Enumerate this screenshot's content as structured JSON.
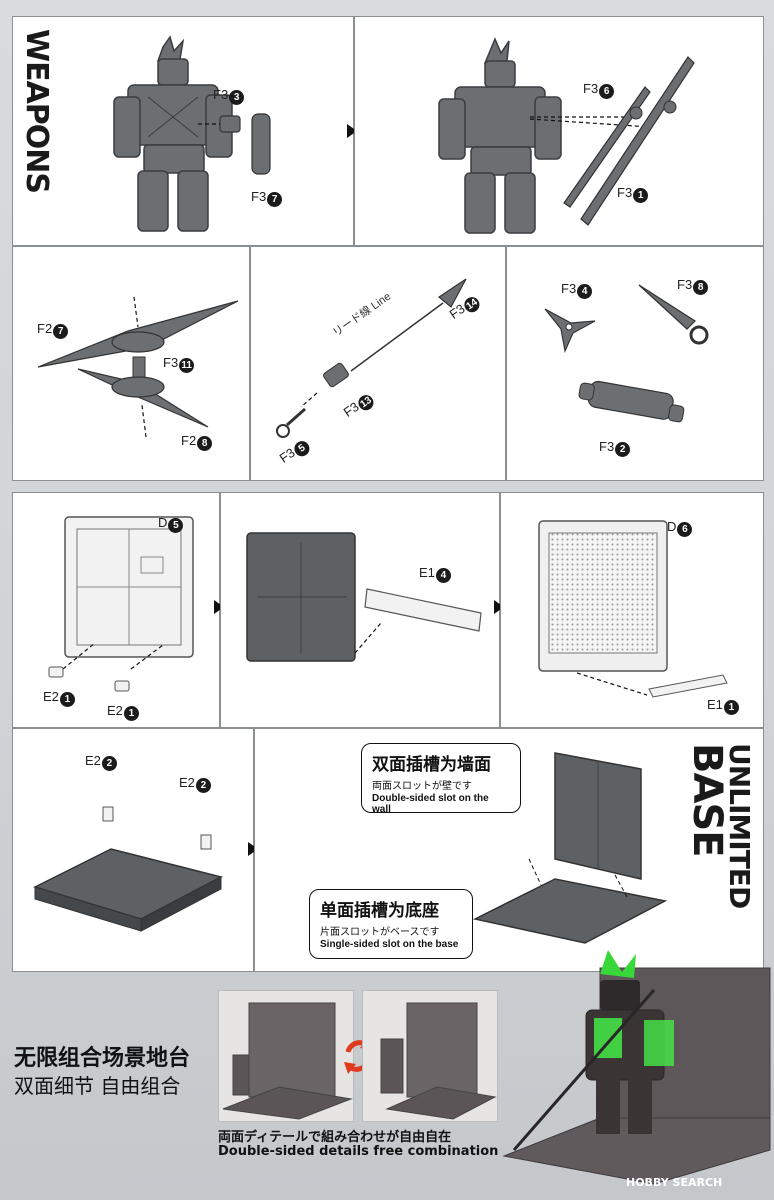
{
  "weapons_section": {
    "title": "WEAPONS",
    "panel1": {
      "part_a": "F3",
      "part_a_num": "3",
      "part_b": "F3",
      "part_b_num": "7"
    },
    "panel2": {
      "part_a": "F3",
      "part_a_num": "6",
      "part_b": "F3",
      "part_b_num": "1"
    },
    "shuriken": {
      "part_a": "F2",
      "part_a_num": "7",
      "part_b": "F3",
      "part_b_num": "11",
      "part_c": "F2",
      "part_c_num": "8"
    },
    "spear": {
      "lead_line": "リード線 Line",
      "part_a": "F3",
      "part_a_num": "14",
      "part_b": "F3",
      "part_b_num": "13",
      "part_c": "F3",
      "part_c_num": "5"
    },
    "small": {
      "part_a": "F3",
      "part_a_num": "4",
      "part_b": "F3",
      "part_b_num": "8",
      "part_c": "F3",
      "part_c_num": "2"
    }
  },
  "base_section": {
    "title_line1": "UNLIMITED",
    "title_line2": "BASE",
    "wall1": {
      "part_a": "D",
      "part_a_num": "5",
      "part_b": "E2",
      "part_b_num": "1",
      "part_c": "E2",
      "part_c_num": "1"
    },
    "wall2": {
      "part_a": "E1",
      "part_a_num": "4"
    },
    "wall3": {
      "part_a": "D",
      "part_a_num": "6",
      "part_b": "E1",
      "part_b_num": "1"
    },
    "floor": {
      "part_a": "E2",
      "part_a_num": "2",
      "part_b": "E2",
      "part_b_num": "2"
    },
    "callout_wall": {
      "zh": "双面插槽为墙面",
      "ja": "両面スロットが壁です",
      "en": "Double-sided slot on the wall"
    },
    "callout_base": {
      "zh": "单面插槽为底座",
      "ja": "片面スロットがベースです",
      "en": "Single-sided slot on the base"
    }
  },
  "bottom": {
    "title_zh": "无限组合场景地台",
    "subtitle_zh": "双面细节 自由组合",
    "caption_ja": "両面ディテールで組み合わせが自由自在",
    "caption_en": "Double-sided details free combination",
    "watermark": "HOBBY SEARCH"
  },
  "colors": {
    "part_gray": "#6b6f72",
    "dark_gray": "#4a4d50",
    "green": "#3fd93f",
    "accent_red": "#e03a1e"
  }
}
